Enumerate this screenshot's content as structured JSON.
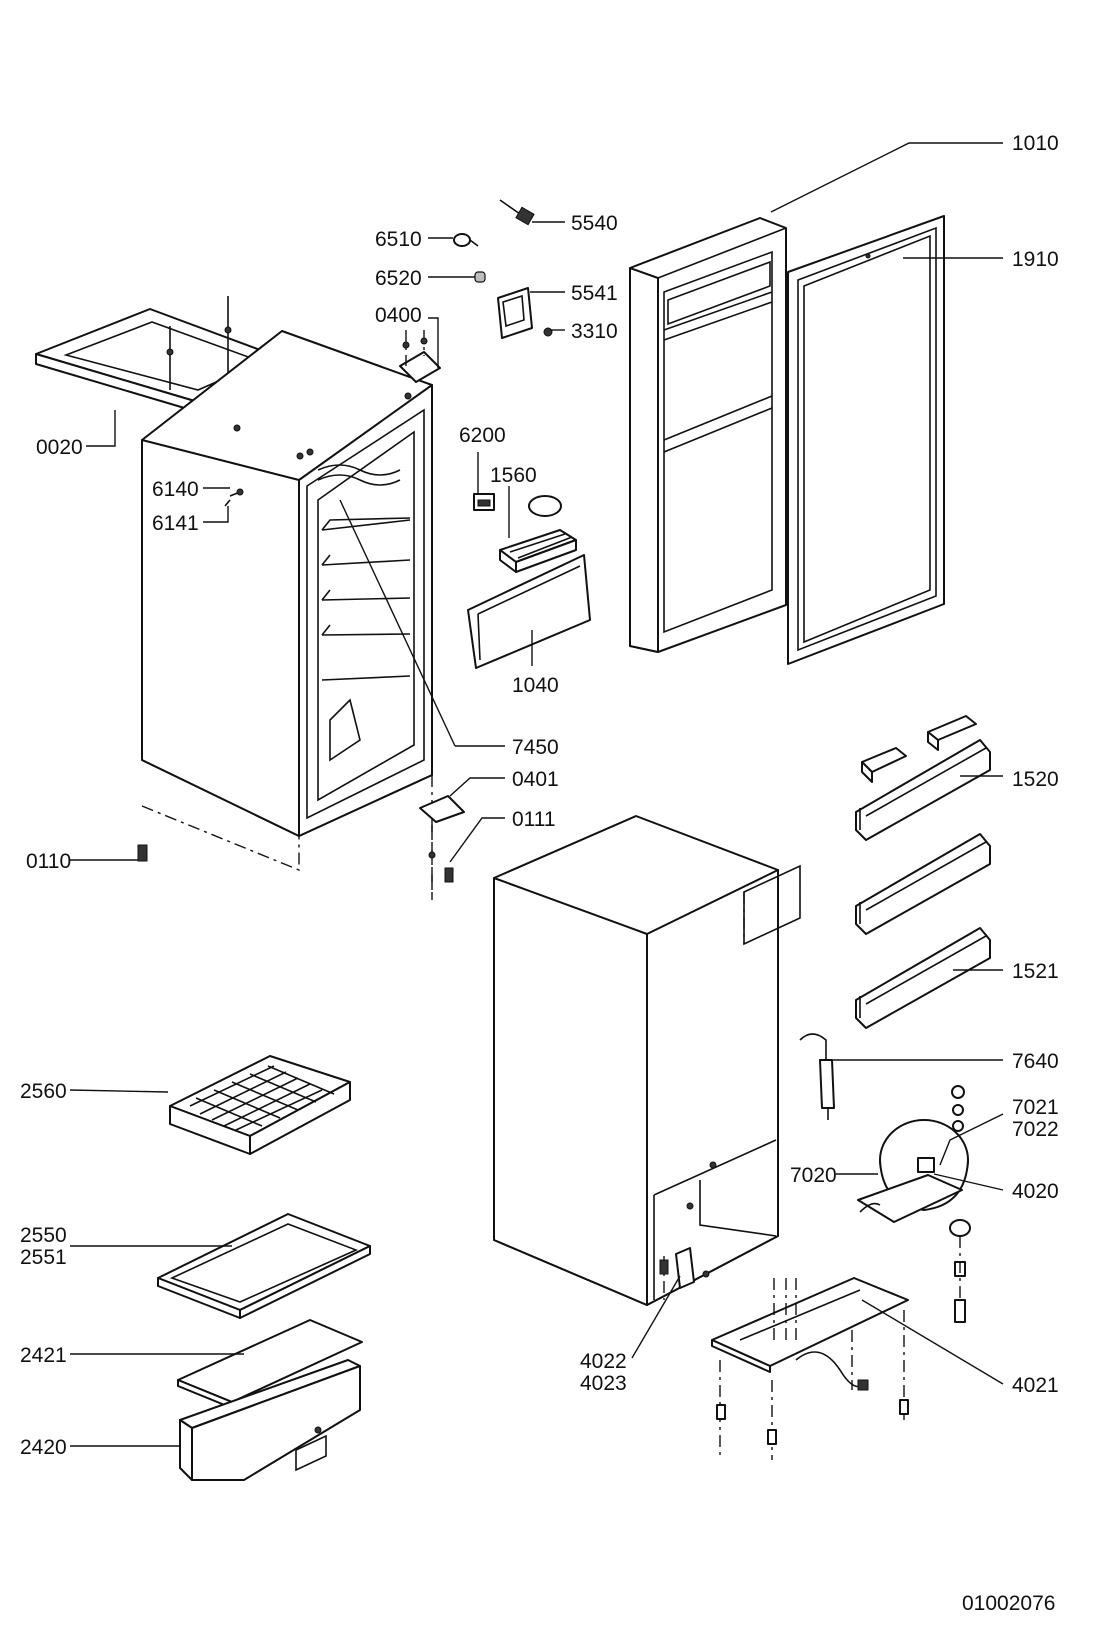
{
  "drawing_number": "01002076",
  "callouts": [
    {
      "id": "c1010",
      "lines": [
        "1010"
      ]
    },
    {
      "id": "c1910",
      "lines": [
        "1910"
      ]
    },
    {
      "id": "c5540",
      "lines": [
        "5540"
      ]
    },
    {
      "id": "c6510",
      "lines": [
        "6510"
      ]
    },
    {
      "id": "c6520",
      "lines": [
        "6520"
      ]
    },
    {
      "id": "c5541",
      "lines": [
        "5541"
      ]
    },
    {
      "id": "c0400",
      "lines": [
        "0400"
      ]
    },
    {
      "id": "c3310",
      "lines": [
        "3310"
      ]
    },
    {
      "id": "c0020",
      "lines": [
        "0020"
      ]
    },
    {
      "id": "c6200",
      "lines": [
        "6200"
      ]
    },
    {
      "id": "c1560",
      "lines": [
        "1560"
      ]
    },
    {
      "id": "c6140",
      "lines": [
        "6140"
      ]
    },
    {
      "id": "c6141",
      "lines": [
        "6141"
      ]
    },
    {
      "id": "c1040",
      "lines": [
        "1040"
      ]
    },
    {
      "id": "c7450",
      "lines": [
        "7450"
      ]
    },
    {
      "id": "c1520",
      "lines": [
        "1520"
      ]
    },
    {
      "id": "c0401",
      "lines": [
        "0401"
      ]
    },
    {
      "id": "c0111",
      "lines": [
        "0111"
      ]
    },
    {
      "id": "c0110",
      "lines": [
        "0110"
      ]
    },
    {
      "id": "c1521",
      "lines": [
        "1521"
      ]
    },
    {
      "id": "c7640",
      "lines": [
        "7640"
      ]
    },
    {
      "id": "c2560",
      "lines": [
        "2560"
      ]
    },
    {
      "id": "c7021",
      "lines": [
        "7021",
        "7022"
      ]
    },
    {
      "id": "c7020",
      "lines": [
        "7020"
      ]
    },
    {
      "id": "c4020",
      "lines": [
        "4020"
      ]
    },
    {
      "id": "c2550",
      "lines": [
        "2550",
        "2551"
      ]
    },
    {
      "id": "c2421",
      "lines": [
        "2421"
      ]
    },
    {
      "id": "c4022",
      "lines": [
        "4022",
        "4023"
      ]
    },
    {
      "id": "c4021",
      "lines": [
        "4021"
      ]
    },
    {
      "id": "c2420",
      "lines": [
        "2420"
      ]
    }
  ]
}
